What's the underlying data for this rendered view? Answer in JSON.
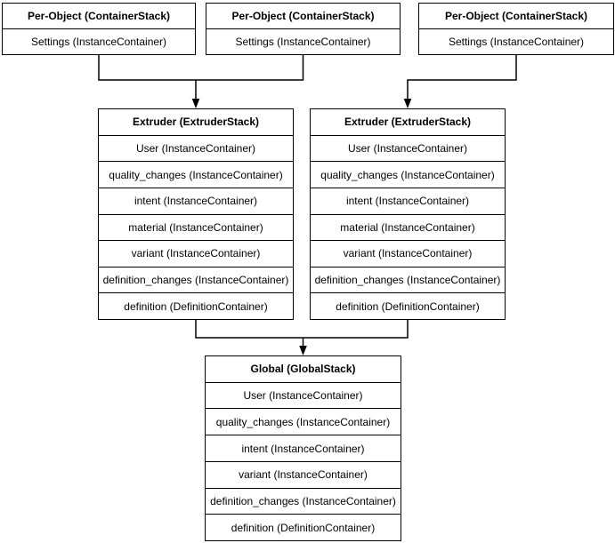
{
  "stacks": {
    "per_object_1": {
      "title": "Per-Object (ContainerStack)",
      "rows": [
        "Settings (InstanceContainer)"
      ]
    },
    "per_object_2": {
      "title": "Per-Object (ContainerStack)",
      "rows": [
        "Settings (InstanceContainer)"
      ]
    },
    "per_object_3": {
      "title": "Per-Object (ContainerStack)",
      "rows": [
        "Settings (InstanceContainer)"
      ]
    },
    "extruder_left": {
      "title": "Extruder (ExtruderStack)",
      "rows": [
        "User (InstanceContainer)",
        "quality_changes (InstanceContainer)",
        "intent (InstanceContainer)",
        "material (InstanceContainer)",
        "variant (InstanceContainer)",
        "definition_changes (InstanceContainer)",
        "definition (DefinitionContainer)"
      ]
    },
    "extruder_right": {
      "title": "Extruder (ExtruderStack)",
      "rows": [
        "User (InstanceContainer)",
        "quality_changes (InstanceContainer)",
        "intent (InstanceContainer)",
        "material (InstanceContainer)",
        "variant (InstanceContainer)",
        "definition_changes (InstanceContainer)",
        "definition (DefinitionContainer)"
      ]
    },
    "global": {
      "title": "Global (GlobalStack)",
      "rows": [
        "User (InstanceContainer)",
        "quality_changes (InstanceContainer)",
        "intent (InstanceContainer)",
        "variant (InstanceContainer)",
        "definition_changes (InstanceContainer)",
        "definition (DefinitionContainer)"
      ]
    }
  },
  "edges": [
    {
      "from": "per_object_1",
      "to": "extruder_left"
    },
    {
      "from": "per_object_2",
      "to": "extruder_left"
    },
    {
      "from": "per_object_3",
      "to": "extruder_right"
    },
    {
      "from": "extruder_left",
      "to": "global"
    },
    {
      "from": "extruder_right",
      "to": "global"
    }
  ],
  "colors": {
    "stroke": "#000000",
    "background": "#ffffff",
    "text": "#000000"
  }
}
